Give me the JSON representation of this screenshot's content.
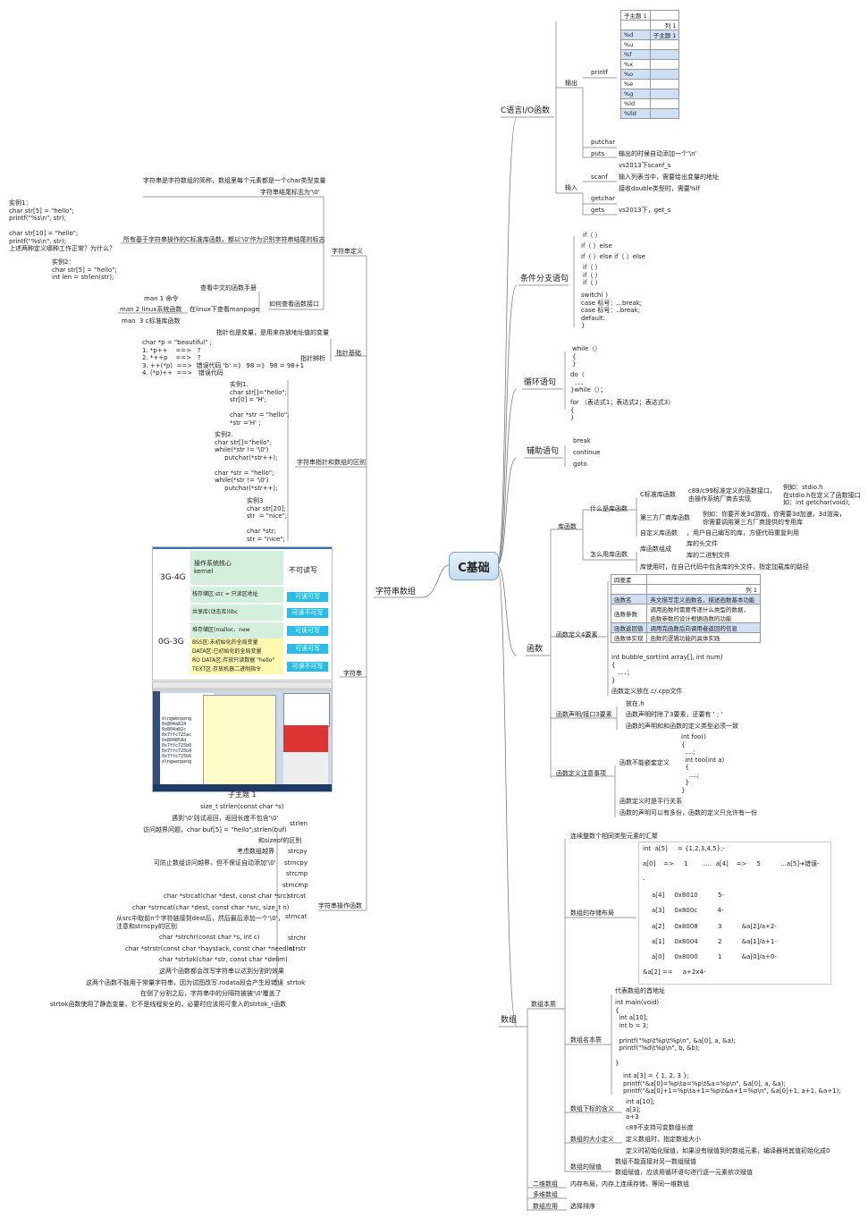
{
  "root": {
    "label": "C基础"
  },
  "branches": {
    "io": "C语言I/O函数",
    "cond": "条件分支语句",
    "loop": "循环语句",
    "aux": "辅助语句",
    "func": "函数",
    "array": "数组",
    "strarray": "字符串数组"
  },
  "io": {
    "output": "输出",
    "input": "输入",
    "printf": "printf",
    "putchar": "putchar",
    "puts": "puts",
    "puts_note": "输出的时候自动添加一个'\\n'",
    "scanf": "scanf",
    "scanf_notes": [
      "vs2013下scanf_s",
      "输入列表当中，需要给出变量的地址",
      "接收double类型时，需要%lf"
    ],
    "getchar": "getchar",
    "gets": "gets",
    "gets_note": "vs2013下，get_s",
    "printf_table": [
      [
        "子主题 1",
        ""
      ],
      [
        "",
        "列 1"
      ],
      [
        "%d",
        "子主题 1"
      ],
      [
        "%u",
        ""
      ],
      [
        "%f",
        ""
      ],
      [
        "%x",
        ""
      ],
      [
        "%o",
        ""
      ],
      [
        "%e",
        ""
      ],
      [
        "%g",
        ""
      ],
      [
        "%ld",
        ""
      ],
      [
        "%lld",
        ""
      ]
    ]
  },
  "cond": {
    "items": [
      "if（ ）",
      "if（ ）else",
      "if（ ）else if（ ）else",
      "if（ ）\nif（ ）\nif（ ）",
      "switch( )\ncase 标号：...break;\ncase 标号：..break;\ndefault:\n}"
    ]
  },
  "loop": {
    "items": [
      "while（）\n{\n}",
      "do（\n  ．．．\n}while（）；",
      "for （表达式1；表达式2；表达式3）\n{\n}"
    ]
  },
  "aux": {
    "items": [
      "break",
      "continue",
      "goto"
    ]
  },
  "func": {
    "lib": "库函数",
    "what": "什么是库函数",
    "std": "C标准库函数",
    "std_note": "c89/c99标准定义的函数接口，\n由操作系统厂商去实现",
    "std_example": "例如：stdio.h\n在stdio.h在定义了函数接口\n如：int getchar(void);",
    "third": "第三方厂商库函数",
    "third_note": "例如：你要开发3d游戏，你需要3d加速，3d渲染，\n你需要调用第三方厂商提供的专用库",
    "custom": "自定义库函数",
    "custom_note": "，用户自己编写的库，方便代码重复利用",
    "howuse": "怎么用库函数",
    "comp": "库函数组成",
    "comp_items": [
      "库的头文件",
      "库的二进制文件"
    ],
    "howuse_note": "库使用时，在自己代码中包含库的头文件，指定加载库的路径",
    "def": "函数定义4要素",
    "def_table": [
      [
        "四要素",
        ""
      ],
      [
        "",
        "列 1"
      ],
      [
        "函数名",
        "英文描写定义函数名，描述函数基本功能"
      ],
      [
        "函数参数",
        "调用函数时需要传递什么类型的数据，\n函数参数的设计根据函数的功能"
      ],
      [
        "函数返回值",
        "调用完函数后向调用者返回的信息"
      ],
      [
        "函数体实现",
        "函数的逻辑功能的具体实践"
      ]
    ],
    "def_code": "int bubble_sort(int array[], int num)\n{\n   ．．．；\n}",
    "def_place": "函数定义放在.c/.cpp文件",
    "decl": "函数声明/接口3要素",
    "decl_items": [
      "放在.h",
      "函数声明时除了3要素，还要有 ' ; '",
      "函数的声明和和函数的定义类型必须一致"
    ],
    "note": "函数定义注意事项",
    "nested": "函数不能嵌套定义",
    "nested_code": "int foo()\n{\n  ....;\n  int too(int a)\n  {\n    ....;\n  }\n}",
    "note_items": [
      "函数定义时是平行关系",
      "函数的声明可以有多份，函数的定义只允许有一份"
    ]
  },
  "array": {
    "essence": "数组本质",
    "continuous": "连续整数个相同类型元素的汇聚",
    "storage": "数组的存储布局",
    "storage_lines": [
      "int  a[5]     = {1,2,3,4,5};-",
      "a[0]    =>     1       .....  a[4]    =>     5          ...a[5]➔错误-",
      "-",
      "a[4]     0x8010          5-",
      "a[3]     0x800c          4-",
      "a[2]     0x8008          3          &a[2]/a+2-",
      "a[1]     0x8004          2          &a[1]/a+1-",
      "a[0]     0x8000          1          &a[0]/a+0-",
      "&a[2] ==     a+2x4-"
    ],
    "name": "数组名本质",
    "name_lines": [
      "代表数组的首地址",
      "int main(void)\n{\n  int a[10];\n  int b = 3;\n\n  printf(\"%p\\t%p\\t%p\\n\", &a[0], a, &a);\n  printf(\"%d\\t%p\\n\", b, &b);\n\n}",
      "int a[3] = { 1, 2, 3 };\nprintf(\"&a[0]=%p\\ta=%p\\t&a=%p\\n\", &a[0], a, &a);\nprintf(\"&a[0]+1=%p\\ta+1=%p\\t&a+1=%p\\n\", &a[0]+1, a+1, &a+1);"
    ],
    "index": "数组下标的含义",
    "index_code": "int a[10];\na[3];\na+3",
    "size": "数组的大小定义",
    "size_items": [
      "c89不支持可变数组长度",
      "定义数组时，指定数组大小",
      "定义时初始化赋值，如果没有赋值到的数组元素，编译器将其值初始化成0"
    ],
    "assign": "数组的赋值",
    "assign_items": [
      "数组不能直接对另一数组赋值",
      "数组赋值，应该用循环语句进行逐一元素依次赋值"
    ],
    "two_dim": "二维数组",
    "two_dim_note": "内存布局，内存上连续存储，等同一维数组",
    "multi": "多维数组",
    "app": "数组应用",
    "app_note": "选择排序"
  },
  "strarray": {
    "strdef": "字符串定义",
    "strdef_items": [
      "字符串是字符数组的简称，数组里每个元素都是一个char类型变量",
      "字符串结尾标志为'\\0'"
    ],
    "all_lib": "所有基于字符串操作的C标准库函数，都以'\\0'作为识别字符串结尾的标志",
    "ex1": "实例1：\nchar str[5] = \"hello\";\nprintf(\"%s\\n\", str);\n\nchar str[10] = \"hello\";\nprintf(\"%s\\n\", str);\n上述两种定义哪种工作正常？为什么？",
    "ex2": "实例2：\nchar str[5] = \"hello\";\nint len = strlen(str);",
    "manpage": "如何查看函数接口",
    "man_cn": "查看中文的函数手册",
    "man_linux": "在linux下查看manpage",
    "man_items": [
      "man 1 命令",
      "man 2 linux系统函数",
      "man  3 c标准库函数"
    ],
    "pointer": "指针基础",
    "pointer_note": "指针也是变量，是用来存放地址值的变量",
    "pointer_analysis": "指针辨析",
    "pointer_code": "char *p = \"beautiful\" ;\n1. *p++    ==>   ?\n2. *++p    ==>   ?\n3. ++(*p)  ==>  错误代码 'b' =》 98 =》 98 = 98+1\n4. (*p)++  ==>   错误代码",
    "diff": "字符串指针和数组的区别",
    "diff_code1": "实例1.\nchar str[]=\"hello\";\nstr[0] = 'H';\n\nchar *str = \"hello\";\n*str ='H' ;",
    "diff_code2": "实例2.\nchar str[]=\"hello\";\nwhile(*str != '\\0')\n     putchar(*str++);\n\nchar *str = \"hello\";\nwhile(*str != '\\0')\n     putchar(*str++);",
    "diff_code3": "实例3\nchar str[20];\nstr  = \"nice\";\n\nchar *str;\nstr = \"nice\";",
    "str": "字符串",
    "subtopic": "子主题 1",
    "mem": {
      "g4": "3G-4G",
      "g0": "0G-3G",
      "kernel": "操作系统核心\nkernel",
      "noaccess": "不可读写",
      "rows": [
        [
          "栈存储区:stc = 只读区地址",
          "可读可写"
        ],
        [
          "共享库(动态库)libc",
          "可读不可写"
        ],
        [
          "堆存储区(malloc、new",
          "可读可写"
        ],
        [
          "BSS区:未初始化的全局变量",
          "可读可写"
        ],
        [
          "DATA区:已初始化的全局变量",
          ""
        ],
        [
          "RO DATA区:存放只读数据 \"hello\"",
          "可读不可写"
        ],
        [
          "TEXT区:存放机器二进制指令",
          ""
        ]
      ],
      "hex": [
        "x\\ngwenpeng",
        "0x804a824",
        "0x804a82c",
        "0x7ffc725ac",
        "0x804858d",
        "0x7ffc725b0",
        "0x7ffc725b4",
        "0x7ffc725b6",
        "x\\ngwenpeng"
      ]
    },
    "op": "字符串操作函数",
    "strlen": "strlen",
    "strlen_items": [
      "size_t strlen(const char *s)",
      "遇到'\\0'则试返回，返回长度不包含'\\0'",
      "访问越界问题，char buf[5] = \"hello\";strlen(buf)",
      "和sizeof的区别"
    ],
    "strcpy": "strcpy",
    "strcpy_note": "考虑数组越界",
    "strncpy": "strncpy",
    "strncpy_note": "可防止数组访问越界，但不保证自动添加'\\0'",
    "strcmp": "strcmp",
    "strncmp": "strncmp",
    "strcat": "strcat",
    "strcat_note": "char *strcat(char *dest, const char *src)",
    "strncat": "strncat",
    "strncat_items": [
      "char *strncat(char *dest, const char *src, size_t n)",
      "从src中取前n个字符链接到dest后，然后最后添加一个'\\0'，\n注意和strncpy的区别"
    ],
    "strchr": "strchr",
    "strchr_note": "char *strchr(const char *s, int c)",
    "strstr": "strstr",
    "strstr_note": "char *strstr(const char *haystack, const char *needle)",
    "strtok": "strtok",
    "strtok_items": [
      "char *strtok(char *str, const char *delim)",
      "这两个函数都会改写字符串以达到分割的效果",
      "这两个函数不能用于常量字符串，因为试图改写.rodata段会产生段错误",
      "在侧了分割之后，字符串中的分隔符被被'\\0'覆盖了",
      "strtok函数使用了静态变量，它不是线程安全的，必要时应该用可重入的strtok_r函数"
    ]
  },
  "colors": {
    "accent": "#cfe0f4",
    "line": "#7a7a7a",
    "red": "#e33",
    "cyan": "#29bce8",
    "green": "#d4efdc",
    "yellow": "#fff8b0"
  }
}
